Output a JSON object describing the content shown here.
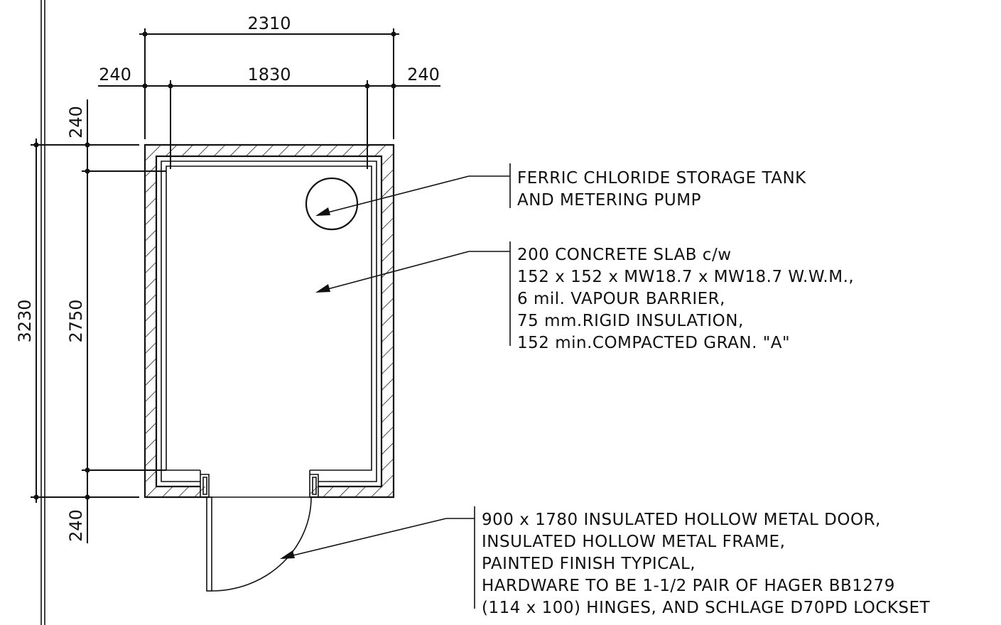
{
  "dimensions": {
    "overall_width": "2310",
    "left_wall": "240",
    "inner_width": "1830",
    "right_wall": "240",
    "top_wall": "240",
    "overall_depth": "3230",
    "inner_depth": "2750",
    "bottom_wall": "240"
  },
  "notes": {
    "tank": [
      "FERRIC CHLORIDE STORAGE TANK",
      "AND METERING PUMP"
    ],
    "slab": [
      "200 CONCRETE SLAB c/w",
      "152 x 152 x MW18.7 x MW18.7 W.W.M.,",
      "6 mil. VAPOUR BARRIER,",
      "75 mm.RIGID INSULATION,",
      "152 min.COMPACTED GRAN. \"A\""
    ],
    "door": [
      "900 x 1780 INSULATED HOLLOW METAL DOOR,",
      "INSULATED HOLLOW METAL FRAME,",
      "PAINTED FINISH TYPICAL,",
      "HARDWARE TO BE 1-1/2 PAIR OF HAGER BB1279",
      "(114 x 100) HINGES, AND SCHLAGE D70PD LOCKSET"
    ]
  }
}
